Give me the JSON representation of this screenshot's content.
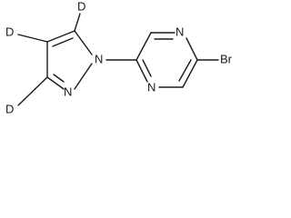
{
  "molecule": {
    "atoms": {
      "d_top": "D",
      "d_left": "D",
      "d_bottom": "D",
      "n_pyrazole_1": "N",
      "n_pyrazole_2": "N",
      "n_pyrazine_top": "N",
      "n_pyrazine_bottom": "N",
      "br": "Br"
    }
  }
}
